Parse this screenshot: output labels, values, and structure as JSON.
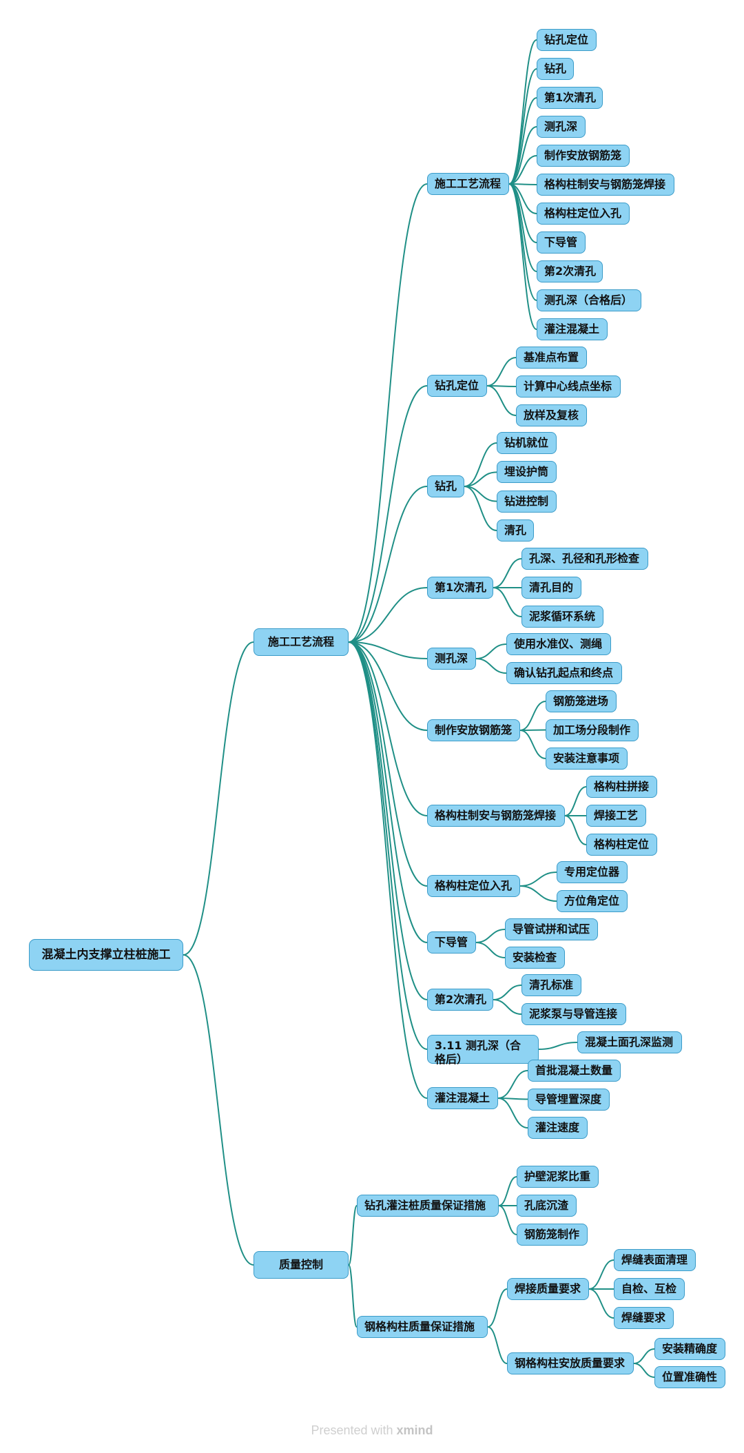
{
  "root": "混凝土内支撑立柱桩施工",
  "branches": [
    {
      "label": "施工工艺流程",
      "children": [
        {
          "label": "施工工艺流程",
          "children": [
            "钻孔定位",
            "钻孔",
            "第1次清孔",
            "测孔深",
            "制作安放钢筋笼",
            "格构柱制安与钢筋笼焊接",
            "格构柱定位入孔",
            "下导管",
            "第2次清孔",
            "测孔深（合格后）",
            "灌注混凝土"
          ]
        },
        {
          "label": "钻孔定位",
          "children": [
            "基准点布置",
            "计算中心线点坐标",
            "放样及复核"
          ]
        },
        {
          "label": "钻孔",
          "children": [
            "钻机就位",
            "埋设护筒",
            "钻进控制",
            "清孔"
          ]
        },
        {
          "label": "第1次清孔",
          "children": [
            "孔深、孔径和孔形检查",
            "清孔目的",
            "泥浆循环系统"
          ]
        },
        {
          "label": "测孔深",
          "children": [
            "使用水准仪、测绳",
            "确认钻孔起点和终点"
          ]
        },
        {
          "label": "制作安放钢筋笼",
          "children": [
            "钢筋笼进场",
            "加工场分段制作",
            "安装注意事项"
          ]
        },
        {
          "label": "格构柱制安与钢筋笼焊接",
          "children": [
            "格构柱拼接",
            "焊接工艺",
            "格构柱定位"
          ]
        },
        {
          "label": "格构柱定位入孔",
          "children": [
            "专用定位器",
            "方位角定位"
          ]
        },
        {
          "label": "下导管",
          "children": [
            "导管试拼和试压",
            "安装检查"
          ]
        },
        {
          "label": "第2次清孔",
          "children": [
            "清孔标准",
            "泥浆泵与导管连接"
          ]
        },
        {
          "label": "3.11 测孔深（合格后）",
          "children": [
            "混凝土面孔深监测"
          ]
        },
        {
          "label": "灌注混凝土",
          "children": [
            "首批混凝土数量",
            "导管埋置深度",
            "灌注速度"
          ]
        }
      ]
    },
    {
      "label": "质量控制",
      "children": [
        {
          "label": "钻孔灌注桩质量保证措施",
          "children": [
            "护壁泥浆比重",
            "孔底沉渣",
            "钢筋笼制作"
          ]
        },
        {
          "label": "钢格构柱质量保证措施",
          "children": [
            {
              "label": "焊接质量要求",
              "children": [
                "焊缝表面清理",
                "自检、互检",
                "焊缝要求"
              ]
            },
            {
              "label": "钢格构柱安放质量要求",
              "children": [
                "安装精确度",
                "位置准确性"
              ]
            }
          ]
        }
      ]
    }
  ],
  "footer": {
    "prefix": "Presented with ",
    "brand": "xmind"
  },
  "colors": {
    "node_fill": "#8ed3f3",
    "node_border": "#3a9bc8",
    "link": "#1f8f86",
    "background": "#ffffff"
  }
}
